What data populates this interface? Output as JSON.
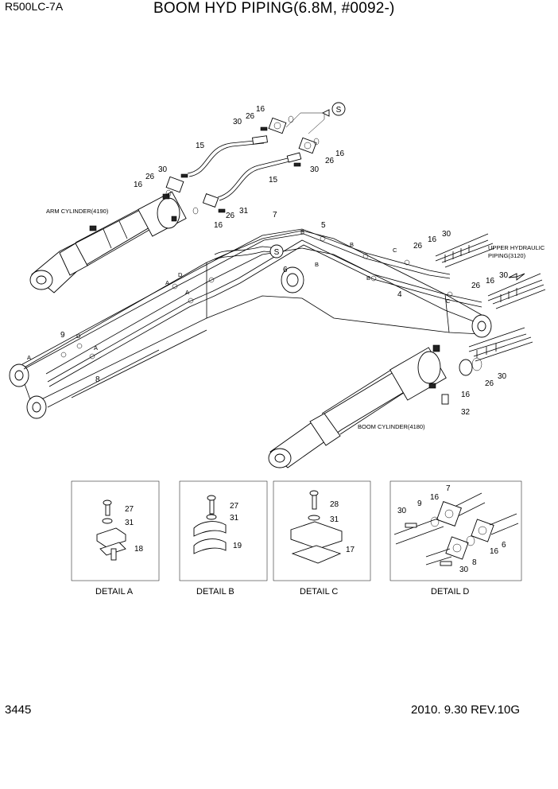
{
  "header": {
    "model": "R500LC-7A",
    "title": "BOOM HYD PIPING(6.8M, #0092-)"
  },
  "footer": {
    "page": "3445",
    "revision": "2010. 9.30  REV.10G"
  },
  "callouts": {
    "arm_cylinder": "ARM CYLINDER(4190)",
    "boom_cylinder": "BOOM CYLINDER(4180)",
    "upper_hyd_1": "UPPER HYDRAULIC",
    "upper_hyd_2": "PIPING(3120)",
    "s_marker": "S"
  },
  "part_numbers": {
    "p4": "4",
    "p5": "5",
    "p6": "6",
    "p7": "7",
    "p8": "8",
    "p9": "9",
    "p15": "15",
    "p16": "16",
    "p17": "17",
    "p18": "18",
    "p19": "19",
    "p26": "26",
    "p27": "27",
    "p28": "28",
    "p30": "30",
    "p31": "31",
    "p32": "32"
  },
  "detail_letters": {
    "a": "A",
    "b": "B",
    "c": "C",
    "d": "D"
  },
  "details": {
    "a": {
      "caption": "DETAIL  A"
    },
    "b": {
      "caption": "DETAIL  B"
    },
    "c": {
      "caption": "DETAIL  C"
    },
    "d": {
      "caption": "DETAIL  D"
    }
  }
}
